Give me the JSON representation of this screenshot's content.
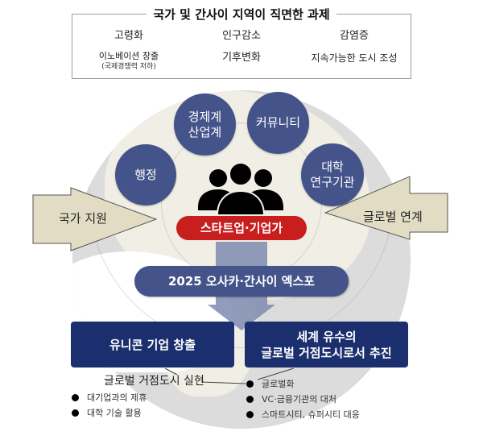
{
  "challenges": {
    "title": "국가 및 간사이 지역이 직면한 과제",
    "row1": [
      "고령화",
      "인구감소",
      "감염증"
    ],
    "row2": [
      {
        "main": "이노베이션 창출",
        "sub": "(국제경쟁력 저하)"
      },
      {
        "main": "기후변화",
        "sub": ""
      },
      {
        "main": "지속가능한 도시 조성",
        "sub": ""
      }
    ]
  },
  "stakeholders": {
    "administration": "행정",
    "economy_line1": "경제계",
    "economy_line2": "산업계",
    "community": "커뮤니티",
    "university_line1": "대학",
    "university_line2": "연구기관"
  },
  "center": {
    "icon": "people-group-icon",
    "label": "스타트업·기업가"
  },
  "side_arrows": {
    "left_label": "국가 지원",
    "right_label": "글로벌 연계"
  },
  "expo": {
    "label": "2025 오사카·간사이 엑스포"
  },
  "outcomes": {
    "left": "유니콘 기업 창출",
    "right_line1": "세계 유수의",
    "right_line2": "글로벌 거점도시로서 추진"
  },
  "realization": {
    "label": "글로벌 거점도시 실현",
    "left_bullets": [
      "대기업과의 제휴",
      "대학 기술 활용"
    ],
    "right_bullets": [
      "글로벌화",
      "VC·금융기관의 대처",
      "스마트시티, 슈퍼시티 대응"
    ]
  },
  "colors": {
    "circle_blue": "#44548a",
    "box_navy": "#1b2f6e",
    "startup_red": "#c81e1e",
    "arrow_beige": "#e2dcc4",
    "map_land": "#f1efe5",
    "map_gray": "#dcdcdc"
  }
}
